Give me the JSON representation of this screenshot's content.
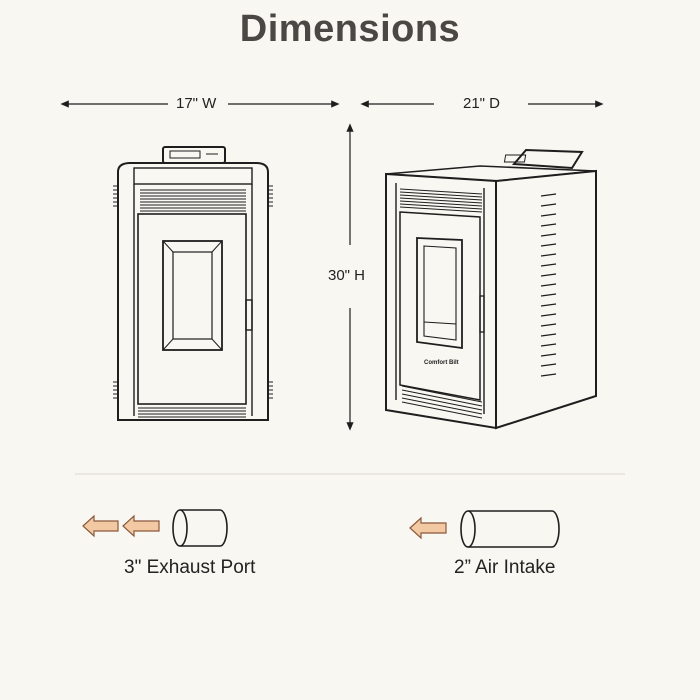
{
  "title": "Dimensions",
  "dimensions": {
    "width": "17\" W",
    "depth": "21\" D",
    "height": "30\" H"
  },
  "brand_mark": "Comfort Bilt",
  "ports": {
    "exhaust": "3\" Exhaust Port",
    "intake": "2” Air Intake"
  },
  "colors": {
    "background": "#f9f7f2",
    "title": "#4a4745",
    "line": "#1e1e1e",
    "arrow_fill": "#f3c9a4",
    "arrow_stroke": "#8a5a3c",
    "divider": "#dcd7cf"
  }
}
